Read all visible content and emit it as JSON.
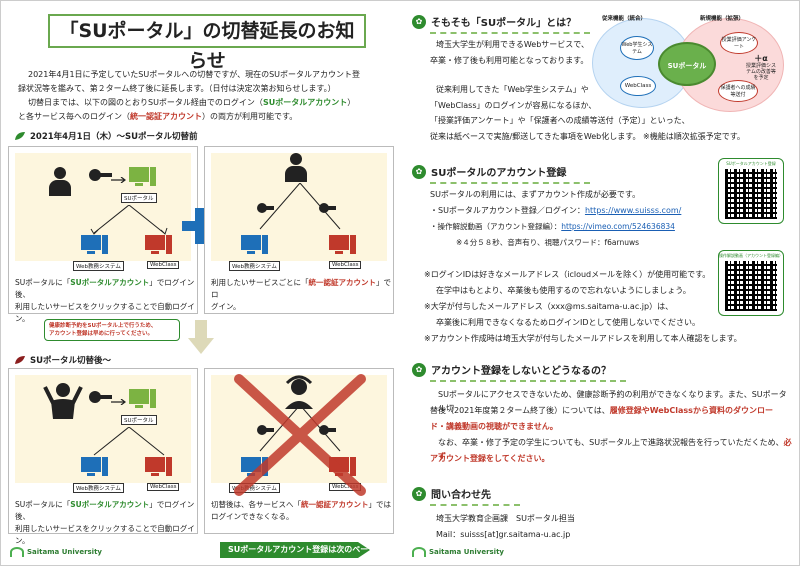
{
  "title": "「SUポータル」の切替延長のお知らせ",
  "intro": {
    "line1": "2021年4月1日に予定していたSUポータルへの切替ですが、現在のSUポータルアカウント登",
    "line2": "録状況等を鑑みて、第２ターム終了後に延長します。（日付は決定次第お知らせします。）",
    "line3": "切替日までは、以下の図のとおりSUポータル経由でのログイン（",
    "line3_green": "SUポータルアカウント",
    "line3_end": "）",
    "line4_a": "と各サービス毎へのログイン（",
    "line4_red": "統一認証アカウント",
    "line4_b": "）の両方が利用可能です。"
  },
  "before": {
    "heading": "2021年4月1日（木）～SUポータル切替前",
    "portal_label": "SUポータル",
    "sys_label": "Web教務システム",
    "wc_label": "WebClass",
    "left_desc_1a": "SUポータルに「",
    "left_desc_1g": "SUポータルアカウント",
    "left_desc_1b": "」でログイン後、",
    "left_desc_2": "利用したいサービスをクリックすることで自動ログイン。",
    "right_desc_1a": "利用したいサービスごとに「",
    "right_desc_1r": "統一認証アカウント",
    "right_desc_1b": "」でロ",
    "right_desc_2": "グイン。",
    "note_line1": "健康診断予約をSUポータル上で行うため、",
    "note_line2": "アカウント登録は早めに行ってください。"
  },
  "after": {
    "heading": "SUポータル切替後～",
    "portal_label": "SUポータル",
    "sys_label": "Web教務システム",
    "wc_label": "WebClass",
    "left_desc_1a": "SUポータルに「",
    "left_desc_1g": "SUポータルアカウント",
    "left_desc_1b": "」でログイン後、",
    "left_desc_2": "利用したいサービスをクリックすることで自動ログイン。",
    "right_desc_1a": "切替後は、各サービスへ「",
    "right_desc_1r": "統一認証アカウント",
    "right_desc_1b": "」では",
    "right_desc_2": "ログインできなくなる。"
  },
  "footer_logo": "Saitama University",
  "next_button": "SUポータルアカウント登録は次のページへ",
  "what": {
    "heading": "そもそも「SUポータル」とは？",
    "p1": "埼玉大学生が利用できるWebサービスで、",
    "p2": "卒業・修了後も利用可能となっております。",
    "p3": "従来利用してきた「Web学生システム」や",
    "p4": "「WebClass」のログインが容易になるほか、",
    "p5": "「授業評価アンケート」や「保護者への成績等送付（予定）」といった、",
    "p6": "従来は紙ベースで実施/郵送してきた事項をWeb化します。 ※機能は順次拡張予定です。",
    "venn_left": "従来機能（統合）",
    "venn_right": "新規機能（拡張）",
    "venn_center": "SUポータル",
    "node_web": "Web学生システム",
    "node_wc": "WebClass",
    "node_survey": "授業評価アンケート",
    "node_plus": "＋α",
    "node_plus_sub": "授業評価システムの改善等を予定",
    "node_parent": "保護者への成績等送付"
  },
  "register": {
    "heading": "SUポータルのアカウント登録",
    "p1": "SUポータルの利用には、まずアカウント作成が必要です。",
    "p2_label": "・SUポータルアカウント登録／ログイン：",
    "p2_url": "https://www.suisss.com/",
    "p3_label": "・操作解説動画（アカウント登録編）：",
    "p3_url": "https://vimeo.com/524636834",
    "p4": "※４分５８秒、音声有り、視聴パスワード：f6arnuws",
    "n1": "※ログインIDは好きなメールアドレス（icloudメールを除く）が使用可能です。",
    "n2": "在学中はもとより、卒業後も使用するので忘れないようにしましょう。",
    "n3": "※大学が付与したメールアドレス（xxx@ms.saitama-u.ac.jp）は、",
    "n4": "卒業後に利用できなくなるためログインIDとして使用しないでください。",
    "n5": "※アカウント作成時は埼玉大学が付与したメールアドレスを利用して本人確認をします。",
    "qr1_label": "SUポータルアカウント登録",
    "qr2_label": "操作解説動画（アカウント登録編）"
  },
  "noreg": {
    "heading": "アカウント登録をしないとどうなるの？",
    "p1": "SUポータルにアクセスできないため、健康診断予約の利用ができなくなります。また、SUポータル切",
    "p2a": "替後（2021年度第２ターム終了後）については、",
    "p2r": "履修登録やWebClassから資料のダウンロー",
    "p3r": "ド・講義動画の視聴ができません。",
    "p4": "なお、卒業・修了予定の学生についても、SUポータル上で進路状況報告を行っていただくため、",
    "p4r": "必ず",
    "p5r": "アカウント登録をしてください。"
  },
  "contact": {
    "heading": "問い合わせ先",
    "l1": "埼玉大学教育企画課　SUポータル担当",
    "l2": "Mail：suisss[at]gr.saitama-u.ac.jp"
  }
}
